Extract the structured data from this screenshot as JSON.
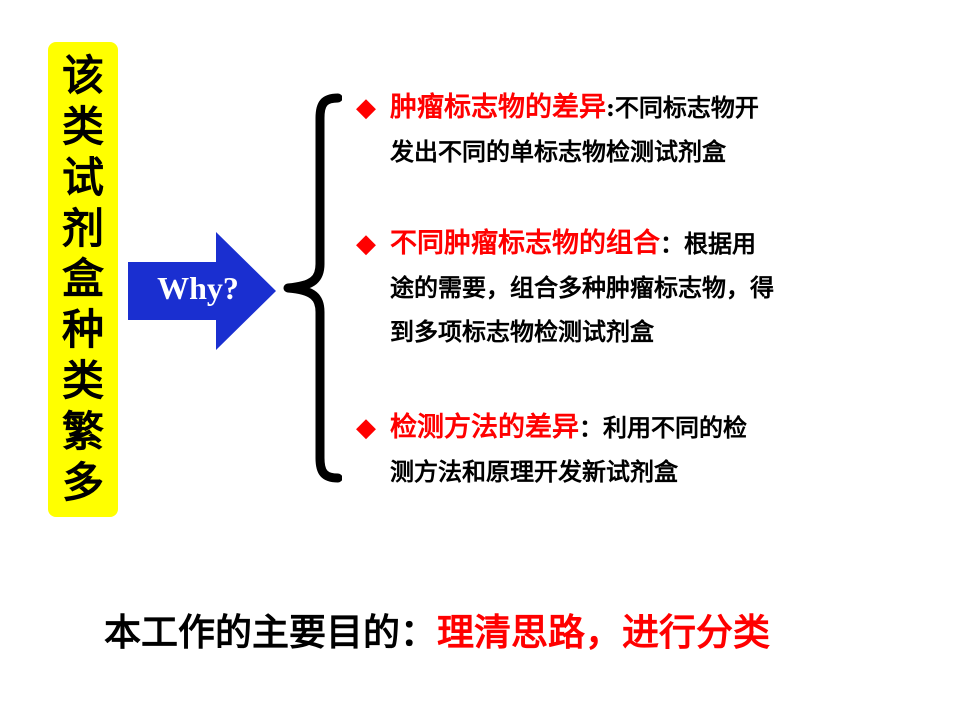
{
  "side_title": [
    "该",
    "类",
    "试",
    "剂",
    "盒",
    "种",
    "类",
    "繁",
    "多"
  ],
  "why_label": "Why?",
  "items": [
    {
      "marker": "◆",
      "heading": "肿瘤标志物的差异",
      "sep": ":",
      "line1_rest": "不同标志物开",
      "lines": [
        "发出不同的单标志物检测试剂盒"
      ]
    },
    {
      "marker": "◆",
      "heading": "不同肿瘤标志物的组合",
      "sep": "：",
      "line1_rest": "根据用",
      "lines": [
        "途的需要，组合多种肿瘤标志物，得",
        "到多项标志物检测试剂盒"
      ]
    },
    {
      "marker": "◆",
      "heading": "检测方法的差异",
      "sep": "：",
      "line1_rest": "利用不同的检",
      "lines": [
        "测方法和原理开发新试剂盒"
      ]
    }
  ],
  "bottom": {
    "prefix": "本工作的主要目的：",
    "emphasis": "理清思路，进行分类"
  },
  "colors": {
    "accent_red": "#ff0000",
    "title_bg": "#ffff00",
    "arrow_blue": "#1a2fd0"
  }
}
